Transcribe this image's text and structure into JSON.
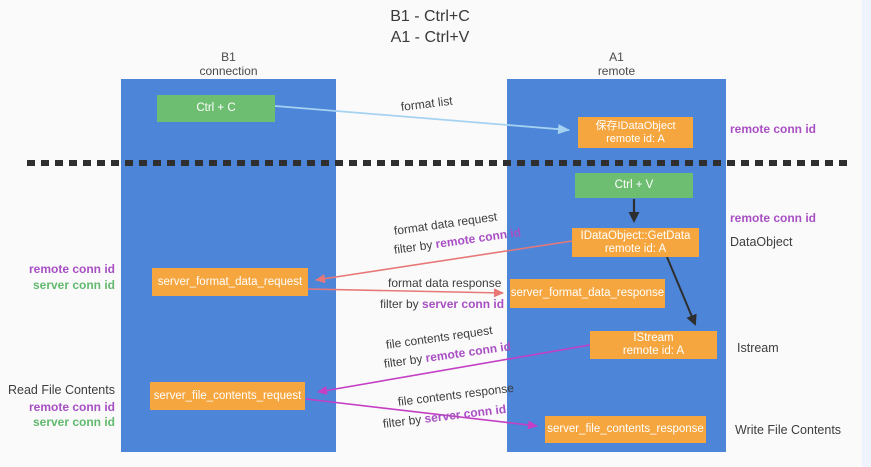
{
  "title": {
    "line1": "B1 - Ctrl+C",
    "line2": "A1 - Ctrl+V"
  },
  "lanes": {
    "left": {
      "name": "B1",
      "role": "connection"
    },
    "right": {
      "name": "A1",
      "role": "remote"
    }
  },
  "nodes": {
    "ctrl_c": {
      "label": "Ctrl + C"
    },
    "save_idataobject": {
      "line1": "保存IDataObject",
      "line2": "remote id: A"
    },
    "ctrl_v": {
      "label": "Ctrl + V"
    },
    "getdata": {
      "line1": "IDataObject::GetData",
      "line2": "remote id: A"
    },
    "server_format_data_request": {
      "label": "server_format_data_request"
    },
    "server_format_data_response": {
      "label": "server_format_data_response"
    },
    "istream": {
      "line1": "IStream",
      "line2": "remote id: A"
    },
    "server_file_contents_request": {
      "label": "server_file_contents_request"
    },
    "server_file_contents_response": {
      "label": "server_file_contents_response"
    }
  },
  "flow_labels": {
    "format_list": "format list",
    "format_data_request": "format data request",
    "format_data_response": "format data response",
    "file_contents_request": "file contents request",
    "file_contents_response": "file contents response",
    "filter_by": "filter by",
    "remote_conn_id": "remote conn id",
    "server_conn_id": "server conn id"
  },
  "side_labels": {
    "right_remote_conn_id_top": "remote conn id",
    "right_remote_conn_id_mid": "remote conn id",
    "data_object": "DataObject",
    "istream": "Istream",
    "write_file_contents": "Write File Contents",
    "left_remote_conn_id_top": "remote conn id",
    "left_server_conn_id_top": "server conn id",
    "read_file_contents": "Read File Contents",
    "left_remote_conn_id_bottom": "remote conn id",
    "left_server_conn_id_bottom": "server conn id"
  },
  "colors": {
    "lane_blue": "#4d86d8",
    "node_green": "#6ebe71",
    "node_orange": "#f6a63f",
    "arrow_light_blue": "#a6d2f2",
    "arrow_black": "#2e2e2e",
    "arrow_red": "#e87878",
    "arrow_magenta": "#c43fc4",
    "text_purple": "#a94fc4",
    "text_green": "#62ba6e",
    "dashed_divider": "#2f2f2f"
  }
}
